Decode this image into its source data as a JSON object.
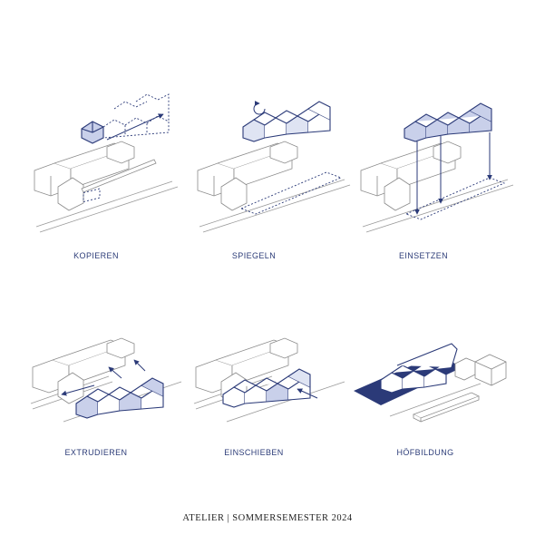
{
  "panels": [
    {
      "label": "KOPIEREN"
    },
    {
      "label": "SPIEGELN"
    },
    {
      "label": "EINSETZEN"
    },
    {
      "label": "EXTRUDIEREN"
    },
    {
      "label": "EINSCHIEBEN"
    },
    {
      "label": "HÖFBILDUNG"
    }
  ],
  "footer": "ATELIER | SOMMERSEMESTER 2024",
  "colors": {
    "outline": "#8a8a8a",
    "highlight_stroke": "#2b3a78",
    "highlight_fill": "#c9d0ea",
    "highlight_fill_light": "#dfe4f3",
    "courtyard_fill": "#2b3a78"
  }
}
